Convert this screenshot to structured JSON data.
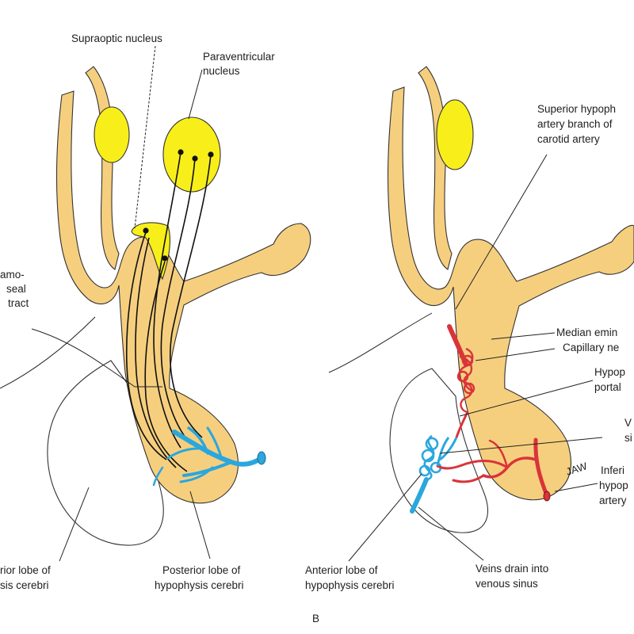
{
  "colors": {
    "tissue": "#f6cf7e",
    "nucleus": "#f8ef1a",
    "vein": "#2aa7dd",
    "artery": "#d9343a",
    "outline": "#333333",
    "fiber": "#111111"
  },
  "left_panel": {
    "supraoptic": "Supraoptic nucleus",
    "paraventricular_1": "Paraventricular",
    "paraventricular_2": "nucleus",
    "tract_1": "amo-",
    "tract_2": "seal",
    "tract_3": "tract",
    "anterior_1": "rior lobe of",
    "anterior_2": "sis cerebri",
    "posterior_1": "Posterior lobe of",
    "posterior_2": "hypophysis cerebri"
  },
  "right_panel": {
    "superior_1": "Superior hypoph",
    "superior_2": "artery branch of",
    "superior_3": "carotid artery",
    "median": "Median emin",
    "capillary": "Capillary ne",
    "portal_1": "Hypop",
    "portal_2": "portal",
    "venous_1": "V",
    "venous_2": "si",
    "inferior_1": "Inferi",
    "inferior_2": "hypop",
    "inferior_3": "artery",
    "anterior_1": "Anterior lobe of",
    "anterior_2": "hypophysis cerebri",
    "veins_1": "Veins drain into",
    "veins_2": "venous sinus",
    "signature": "JAW"
  },
  "panel_label": "B"
}
